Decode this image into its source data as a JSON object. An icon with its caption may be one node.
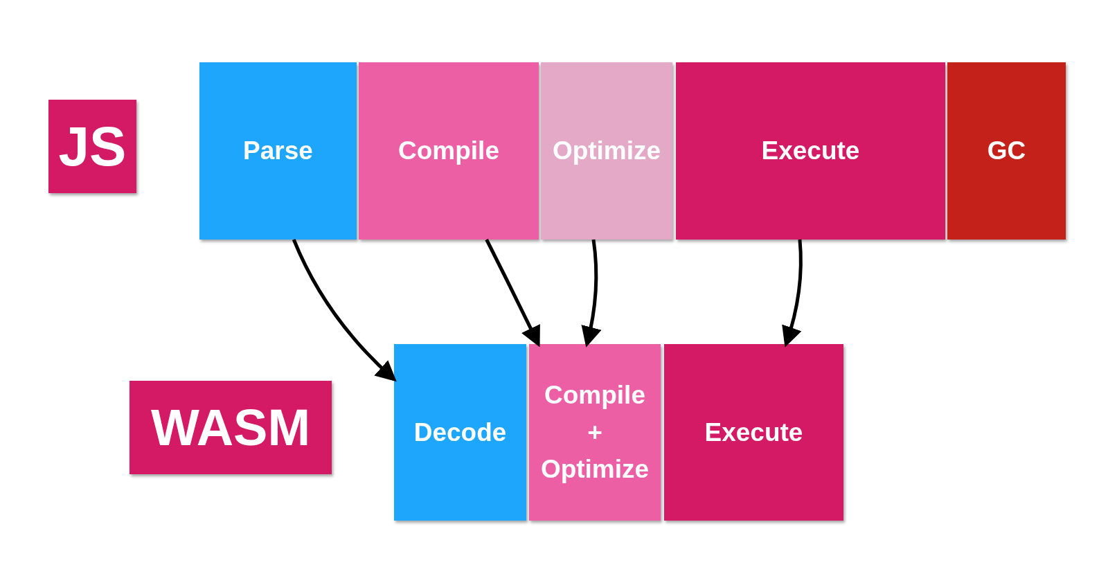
{
  "diagram": {
    "nodes": [
      {
        "text": [
          "JS"
        ]
      },
      {
        "text": [
          "Parse"
        ]
      },
      {
        "text": [
          "Compile"
        ]
      },
      {
        "text": [
          "Optimize"
        ]
      },
      {
        "text": [
          "Execute"
        ]
      },
      {
        "text": [
          "GC"
        ]
      },
      {
        "text": [
          "WASM"
        ]
      },
      {
        "text": [
          "Decode"
        ]
      },
      {
        "text": [
          "Compile + Optimize"
        ]
      },
      {
        "text": [
          "Execute"
        ]
      }
    ],
    "edges": [
      {
        "from": 1,
        "to": 7,
        "arrow": "to"
      },
      {
        "from": 2,
        "to": 8,
        "arrow": "to"
      },
      {
        "from": 3,
        "to": 8,
        "arrow": "to"
      },
      {
        "from": 4,
        "to": 9,
        "arrow": "to"
      }
    ]
  }
}
